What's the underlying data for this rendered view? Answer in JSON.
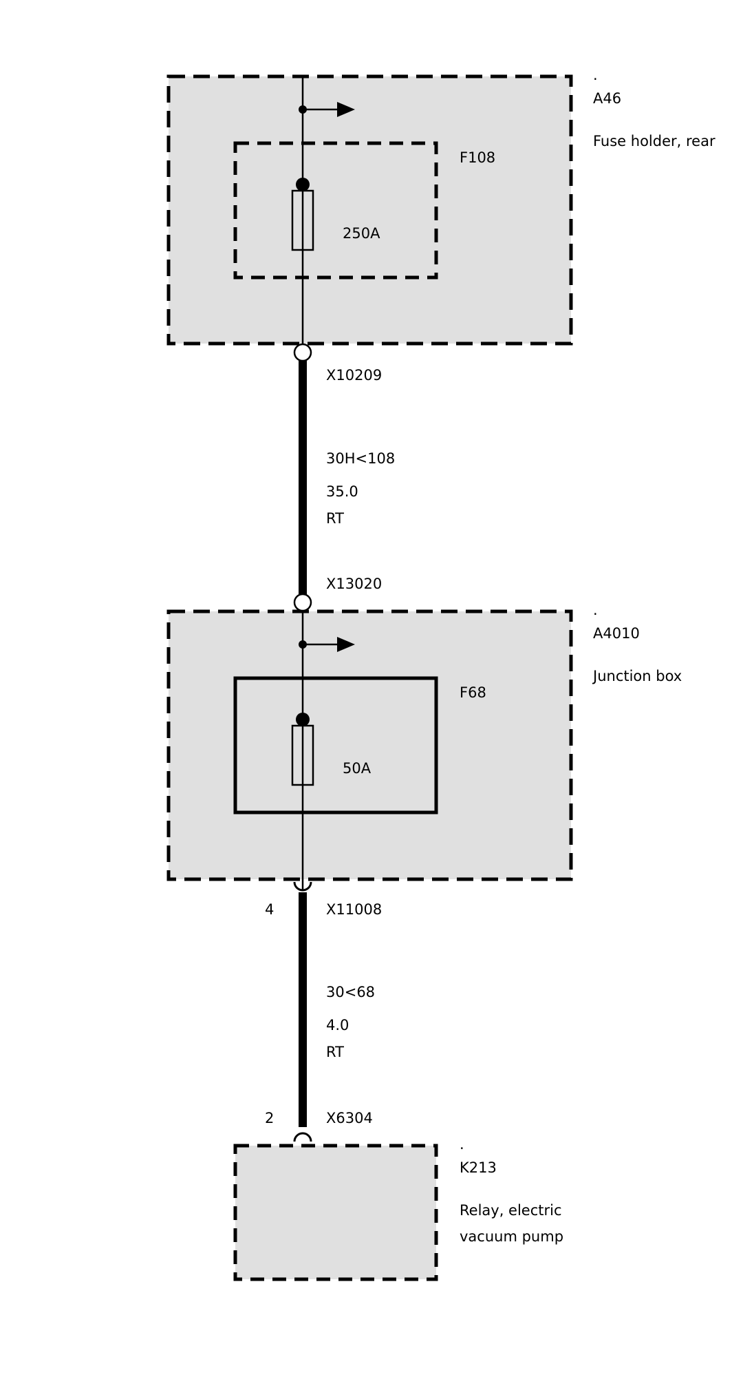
{
  "modules": {
    "a46": {
      "dot": ".",
      "id": "A46",
      "desc": "Fuse holder, rear"
    },
    "a4010": {
      "dot": ".",
      "id": "A4010",
      "desc": "Junction box"
    },
    "k213": {
      "dot": ".",
      "id": "K213",
      "desc_line1": "Relay, electric",
      "desc_line2": "vacuum pump"
    }
  },
  "fuses": {
    "f108": {
      "id": "F108",
      "rating": "250A"
    },
    "f68": {
      "id": "F68",
      "rating": "50A"
    }
  },
  "connectors": {
    "x10209": {
      "id": "X10209"
    },
    "x13020": {
      "id": "X13020"
    },
    "x11008": {
      "id": "X11008",
      "pin": "4"
    },
    "x6304": {
      "id": "X6304",
      "pin": "2"
    }
  },
  "wires": {
    "w1": {
      "signal": "30H<108",
      "size": "35.0",
      "color": "RT"
    },
    "w2": {
      "signal": "30<68",
      "size": "4.0",
      "color": "RT"
    }
  },
  "colors": {
    "box_fill": "#e0e0e0",
    "line": "#000000",
    "background": "#ffffff"
  }
}
